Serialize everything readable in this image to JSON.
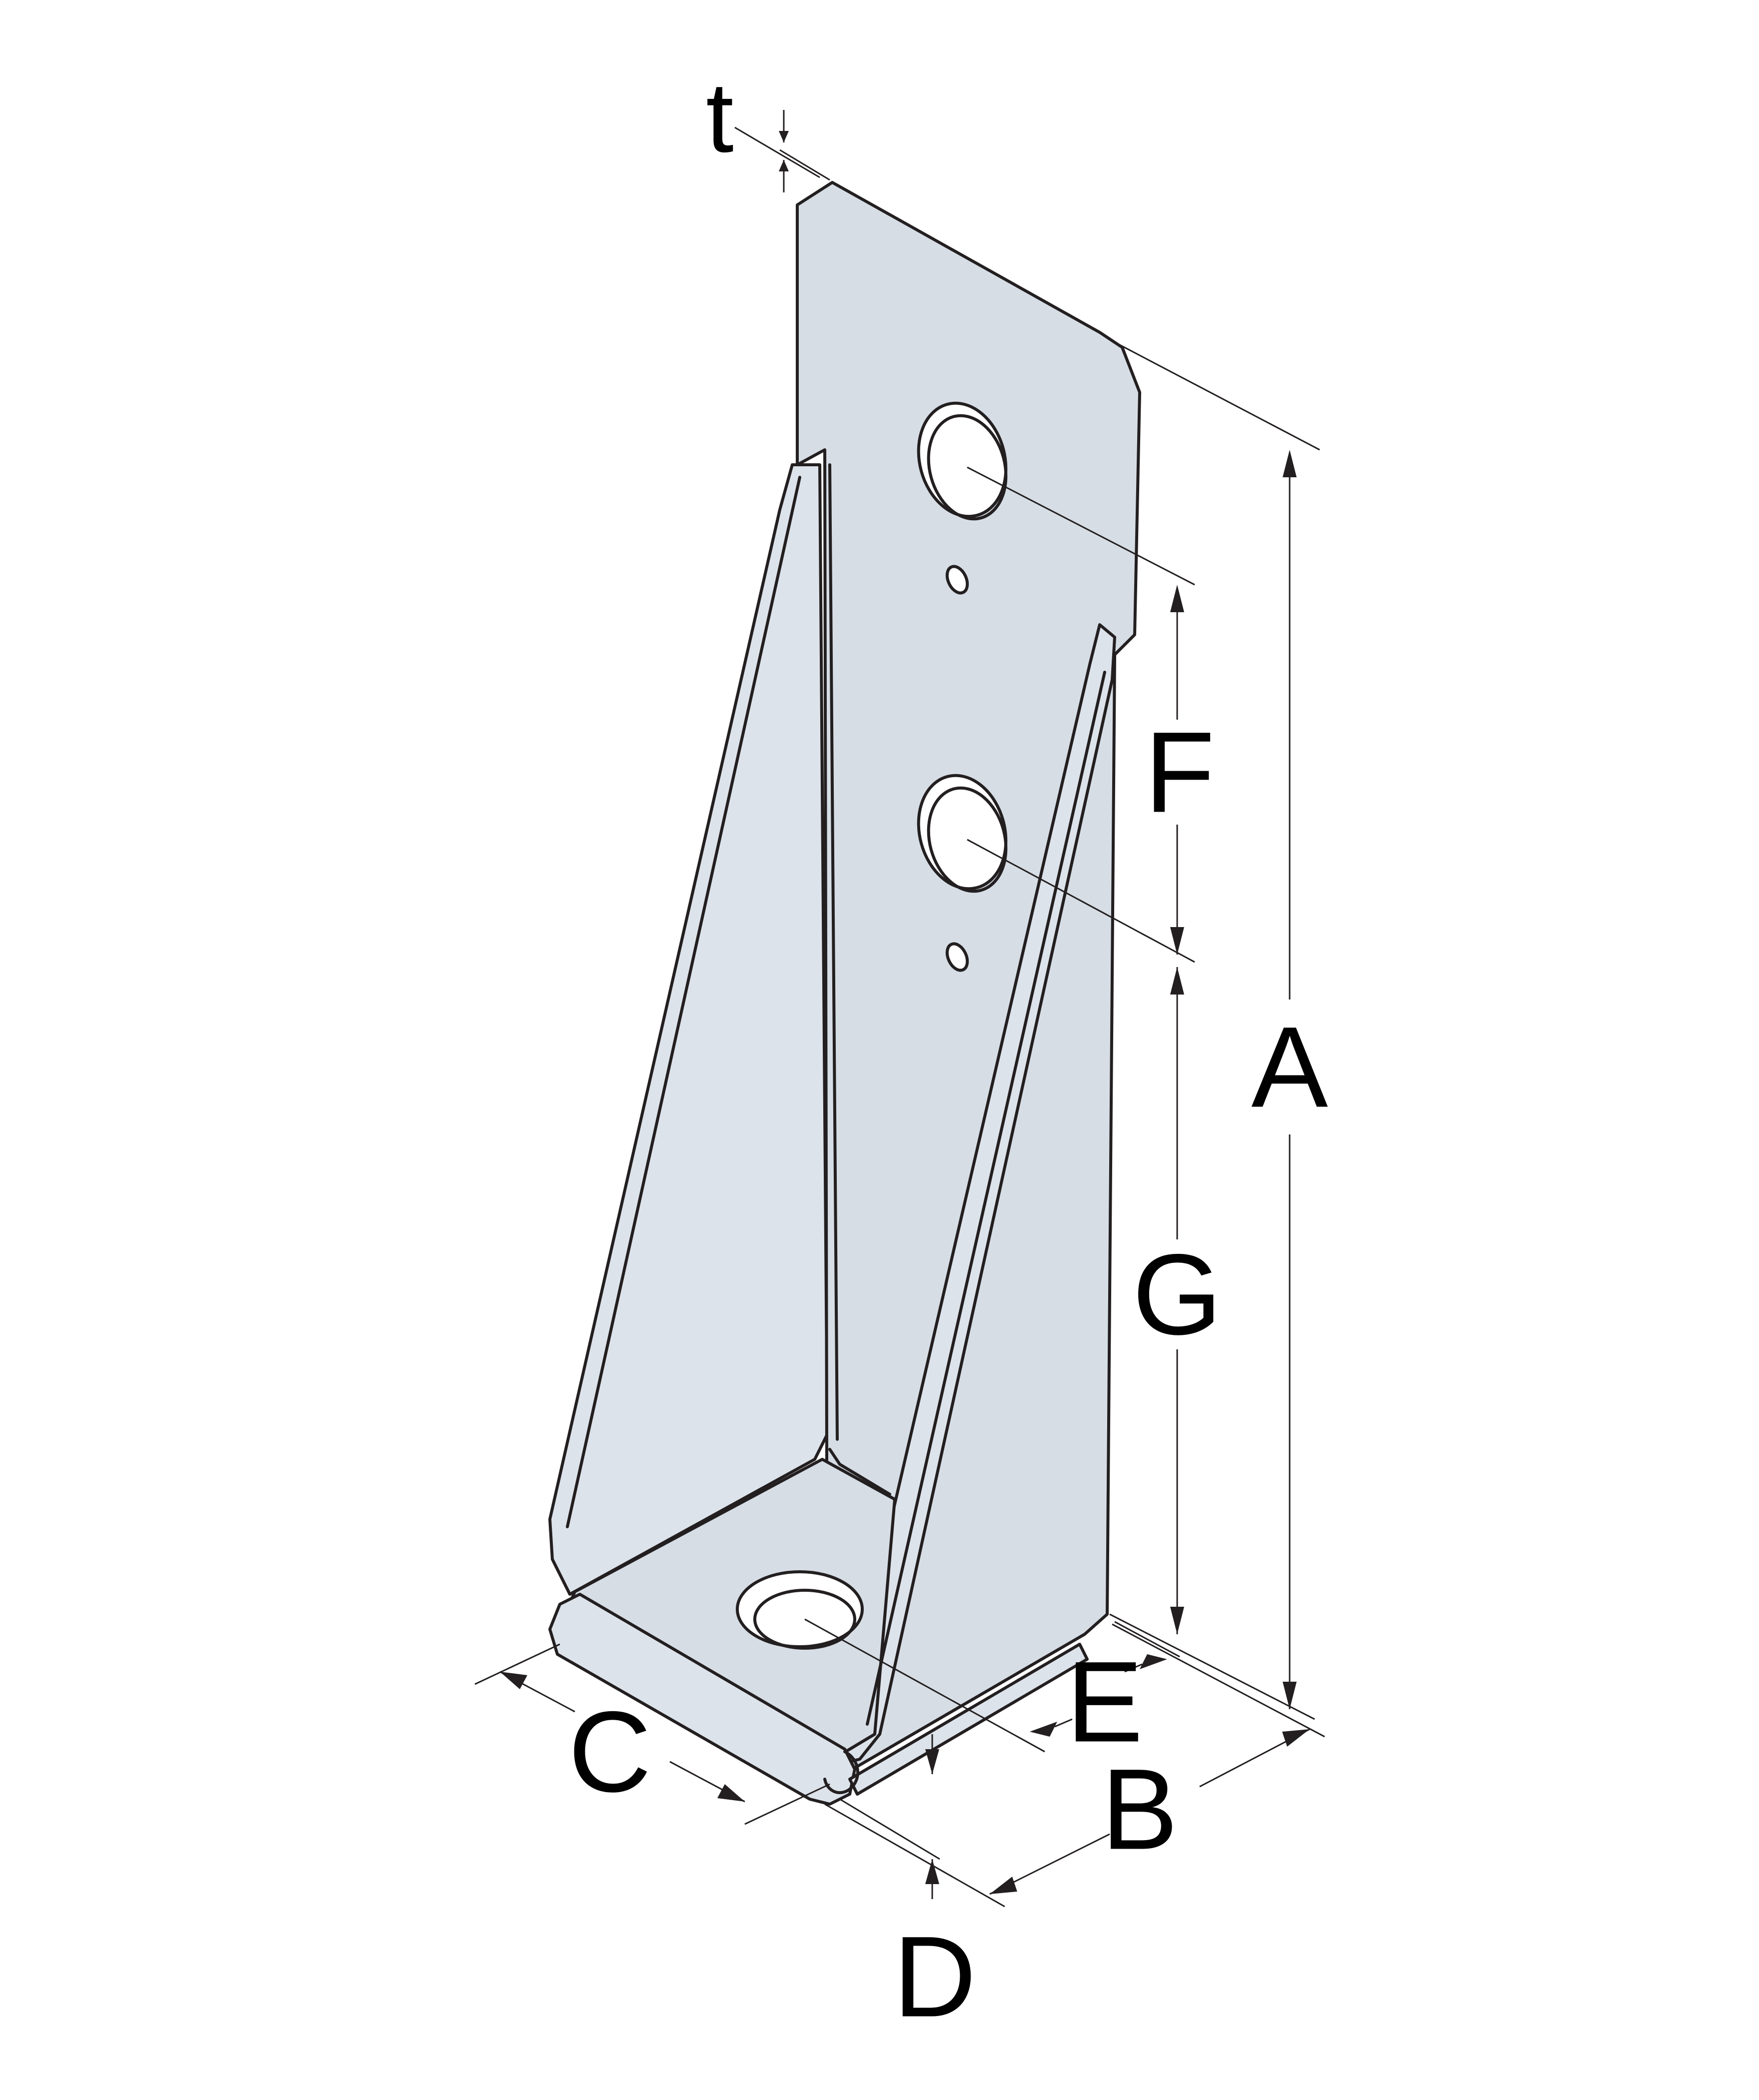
{
  "labels": {
    "A": "A",
    "B": "B",
    "C": "C",
    "D": "D",
    "E": "E",
    "F": "F",
    "G": "G",
    "t": "t"
  },
  "colors": {
    "steel": "#d6dde5",
    "outline": "#231f20",
    "background": "#ffffff"
  }
}
